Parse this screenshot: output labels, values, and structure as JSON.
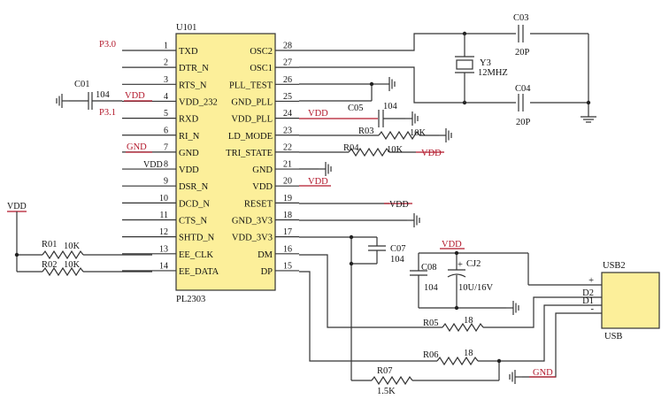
{
  "ic": {
    "ref": "U101",
    "part": "PL2303",
    "left_pins": [
      {
        "num": "1",
        "name": "TXD"
      },
      {
        "num": "2",
        "name": "DTR_N"
      },
      {
        "num": "3",
        "name": "RTS_N"
      },
      {
        "num": "4",
        "name": "VDD_232"
      },
      {
        "num": "5",
        "name": "RXD"
      },
      {
        "num": "6",
        "name": "RI_N"
      },
      {
        "num": "7",
        "name": "GND"
      },
      {
        "num": "8",
        "name": "VDD"
      },
      {
        "num": "9",
        "name": "DSR_N"
      },
      {
        "num": "10",
        "name": "DCD_N"
      },
      {
        "num": "11",
        "name": "CTS_N"
      },
      {
        "num": "12",
        "name": "SHTD_N"
      },
      {
        "num": "13",
        "name": "EE_CLK"
      },
      {
        "num": "14",
        "name": "EE_DATA"
      }
    ],
    "right_pins": [
      {
        "num": "28",
        "name": "OSC2"
      },
      {
        "num": "27",
        "name": "OSC1"
      },
      {
        "num": "26",
        "name": "PLL_TEST"
      },
      {
        "num": "25",
        "name": "GND_PLL"
      },
      {
        "num": "24",
        "name": "VDD_PLL"
      },
      {
        "num": "23",
        "name": "LD_MODE"
      },
      {
        "num": "22",
        "name": "TRI_STATE"
      },
      {
        "num": "21",
        "name": "GND"
      },
      {
        "num": "20",
        "name": "VDD"
      },
      {
        "num": "19",
        "name": "RESET"
      },
      {
        "num": "18",
        "name": "GND_3V3"
      },
      {
        "num": "17",
        "name": "VDD_3V3"
      },
      {
        "num": "16",
        "name": "DM"
      },
      {
        "num": "15",
        "name": "DP"
      }
    ]
  },
  "nets": {
    "p30": "P3.0",
    "p31": "P3.1",
    "vdd_pin4": "VDD",
    "gnd_pin7": "GND",
    "vdd_pin8": "VDD",
    "vdd_pin24": "VDD",
    "vdd_pin22": "VDD",
    "vdd_pin20": "VDD",
    "vdd_pin19": "VDD",
    "vdd_left": "VDD",
    "vdd_cj2": "VDD",
    "gnd_usb": "GND"
  },
  "components": {
    "c01": {
      "ref": "C01",
      "value": "104"
    },
    "c03": {
      "ref": "C03",
      "value": "20P"
    },
    "c04": {
      "ref": "C04",
      "value": "20P"
    },
    "c05": {
      "ref": "C05",
      "value": "104"
    },
    "c07": {
      "ref": "C07",
      "value": "104"
    },
    "c08": {
      "ref": "C08",
      "value": "104"
    },
    "cj2": {
      "ref": "CJ2",
      "value": "10U/16V",
      "plus": "+"
    },
    "y3": {
      "ref": "Y3",
      "value": "12MHZ"
    },
    "r01": {
      "ref": "R01",
      "value": "10K"
    },
    "r02": {
      "ref": "R02",
      "value": "10K"
    },
    "r03": {
      "ref": "R03",
      "value": "10K"
    },
    "r04": {
      "ref": "R04",
      "value": "10K"
    },
    "r05": {
      "ref": "R05",
      "value": "18"
    },
    "r06": {
      "ref": "R06",
      "value": "18"
    },
    "r07": {
      "ref": "R07",
      "value": "1.5K"
    }
  },
  "usb": {
    "ref": "USB2",
    "name": "USB",
    "pins": [
      "+",
      "D2",
      "D1",
      "-"
    ]
  }
}
